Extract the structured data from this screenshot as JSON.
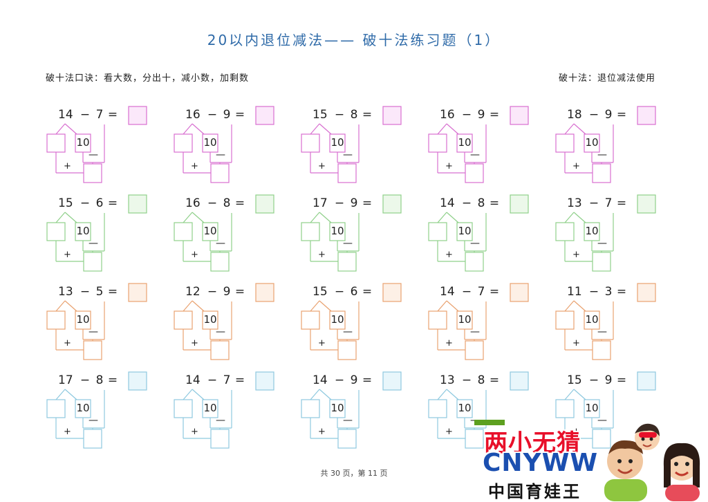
{
  "header": {
    "title": "20以内退位减法—— 破十法练习题（1）",
    "tip_left": "破十法口诀：看大数，分出十，减小数，加剩数",
    "tip_right": "破十法：退位减法使用"
  },
  "common": {
    "minus_sign": "−",
    "equals_sign": "=",
    "ten_label": "10",
    "plus_label": "+",
    "minus_label": "—"
  },
  "colors": {
    "row1": "#d86fd0",
    "row1_fill": "#fbe8fa",
    "row2": "#8fd08a",
    "row2_fill": "#ecf8ea",
    "row3": "#e9a270",
    "row3_fill": "#fdf0e6",
    "row4": "#8ec9df",
    "row4_fill": "#e8f6fb"
  },
  "rows": [
    {
      "color_key": "row1",
      "problems": [
        {
          "a": "14",
          "b": "7"
        },
        {
          "a": "16",
          "b": "9"
        },
        {
          "a": "15",
          "b": "8"
        },
        {
          "a": "16",
          "b": "9"
        },
        {
          "a": "18",
          "b": "9"
        }
      ]
    },
    {
      "color_key": "row2",
      "problems": [
        {
          "a": "15",
          "b": "6"
        },
        {
          "a": "16",
          "b": "8"
        },
        {
          "a": "17",
          "b": "9"
        },
        {
          "a": "14",
          "b": "8"
        },
        {
          "a": "13",
          "b": "7"
        }
      ]
    },
    {
      "color_key": "row3",
      "problems": [
        {
          "a": "13",
          "b": "5"
        },
        {
          "a": "12",
          "b": "9"
        },
        {
          "a": "15",
          "b": "6"
        },
        {
          "a": "14",
          "b": "7"
        },
        {
          "a": "11",
          "b": "3"
        }
      ]
    },
    {
      "color_key": "row4",
      "problems": [
        {
          "a": "17",
          "b": "8"
        },
        {
          "a": "14",
          "b": "7"
        },
        {
          "a": "14",
          "b": "9"
        },
        {
          "a": "13",
          "b": "8"
        },
        {
          "a": "15",
          "b": "9"
        }
      ]
    }
  ],
  "footer": {
    "page_text": "共 30 页，第 11 页"
  },
  "watermark": {
    "line1": "两小无猜",
    "line2": "CNYWW",
    "line3": "中国育娃王"
  }
}
